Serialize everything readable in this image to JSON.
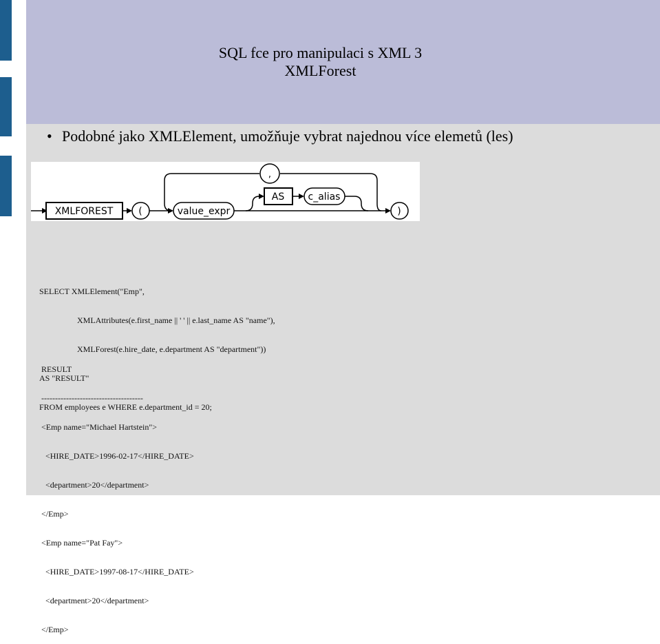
{
  "slide": {
    "title_line1": "SQL fce pro manipulaci s XML 3",
    "title_line2": "XMLForest",
    "bullet": "Podobné jako XMLElement, umožňuje vybrat najednou více elemetů (les)"
  },
  "diagram": {
    "xmlforest": "XMLFOREST",
    "lparen": "(",
    "value_expr": "value_expr",
    "as": "AS",
    "c_alias": "c_alias",
    "comma": ",",
    "rparen": ")"
  },
  "sql": {
    "lines": [
      "SELECT XMLElement(\"Emp\",",
      "XMLAttributes(e.first_name || ' ' || e.last_name AS \"name\"),",
      "XMLForest(e.hire_date, e.department AS \"department\"))",
      "AS \"RESULT\"",
      "FROM employees e WHERE e.department_id = 20;"
    ]
  },
  "result": {
    "lines": [
      "RESULT",
      "-------------------------------------",
      "<Emp name=\"Michael Hartstein\">",
      "<HIRE_DATE>1996-02-17</HIRE_DATE>",
      "<department>20</department>",
      "</Emp>",
      "<Emp name=\"Pat Fay\">",
      "<HIRE_DATE>1997-08-17</HIRE_DATE>",
      "<department>20</department>",
      "</Emp>"
    ]
  }
}
